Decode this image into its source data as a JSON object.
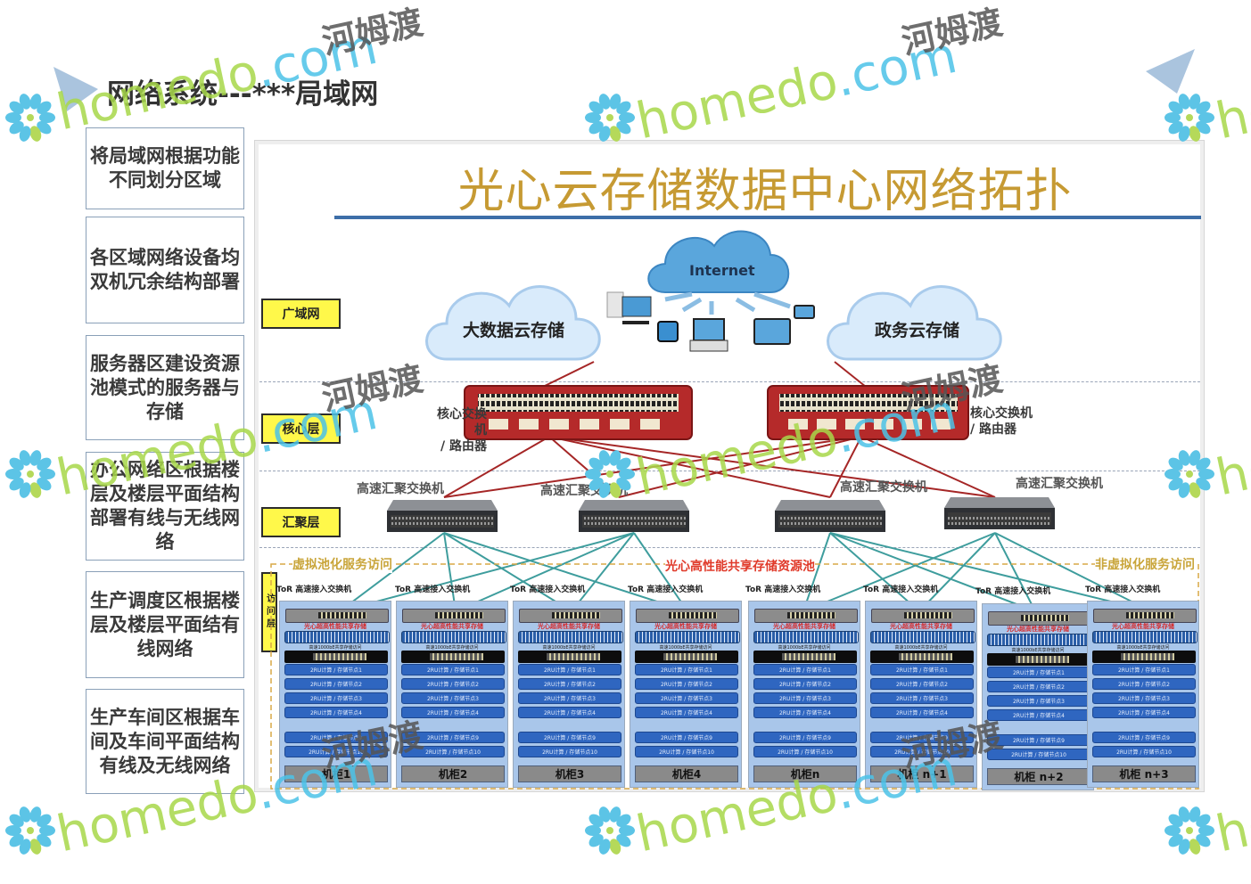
{
  "page_title": "网络系统---***局域网",
  "left_panel": {
    "boxes": [
      "将局域网根据功能不同划分区域",
      "各区域网络设备均双机冗余结构部署",
      "服务器区建设资源池模式的服务器与存储",
      "办公网络区根据楼层及楼层平面结构部署有线与无线网络",
      "生产调度区根据楼层及楼层平面结有线网络",
      "生产车间区根据车间及车间平面结构有线及无线网络"
    ]
  },
  "diagram": {
    "title": "光心云存储数据中心网络拓扑",
    "layers": {
      "wan": "广域网",
      "core": "核心层",
      "aggregation": "汇聚层",
      "access": "访问层"
    },
    "clouds": {
      "internet": "Internet",
      "bigdata": "大数据云存储",
      "gov": "政务云存储"
    },
    "core_switch_label": "核心交换机/路由器",
    "core_switch_label_lines": [
      "核心交换机",
      "/ 路由器"
    ],
    "agg_switch_label": "高速汇聚交换机",
    "zones": {
      "virtual": "虚拟池化服务访问",
      "storage_pool": "光心高性能共享存储资源池",
      "non_virtual": "非虚拟化服务访问"
    },
    "tor_label": "ToR 高速接入交换机",
    "rack_storage_title": "光心超高性能共享存储",
    "rack_net_title": "高速1000bE共享存储访问",
    "rack_nodes": [
      "2RU计算 / 存储节点1",
      "2RU计算 / 存储节点2",
      "2RU计算 / 存储节点3",
      "2RU计算 / 存储节点4",
      "2RU计算 / 存储节点9",
      "2RU计算 / 存储节点10"
    ],
    "racks": [
      "机柜1",
      "机柜2",
      "机柜3",
      "机柜4",
      "机柜n",
      "机柜 n+1",
      "机柜 n+2",
      "机柜 n+3"
    ]
  },
  "watermark": {
    "en": "homedo",
    "en_suffix": ".com",
    "cn": "河姆渡"
  },
  "colors": {
    "title_gold": "#c69a33",
    "rule_blue": "#3d6ea8",
    "core_red": "#b52a2a",
    "link_red": "#a52626",
    "link_teal": "#3e9d9d",
    "layer_yellow": "#fff84a",
    "zone_red": "#e03a2a",
    "zone_gold": "#c9a53a"
  }
}
